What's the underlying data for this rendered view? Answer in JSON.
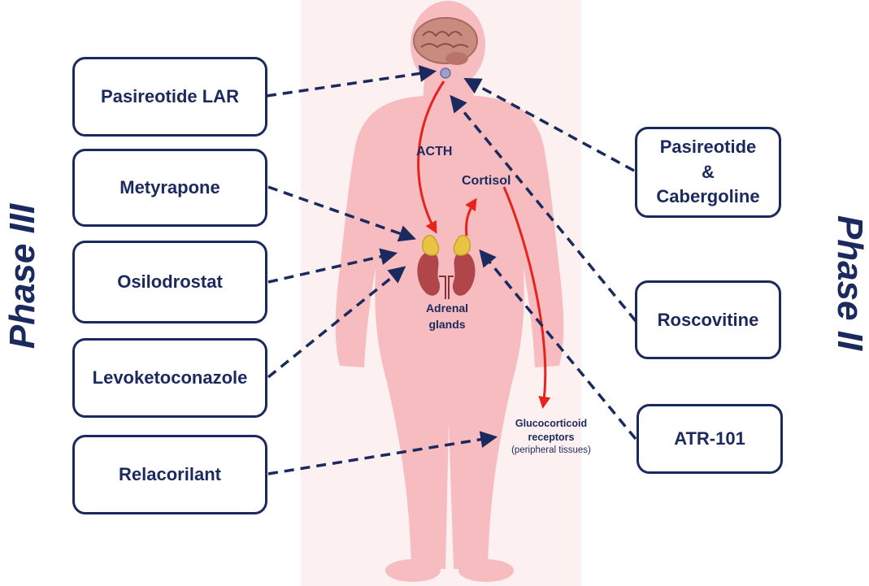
{
  "phases": {
    "left": "Phase III",
    "right": "Phase II"
  },
  "drugs": {
    "pasireotide_lar": "Pasireotide LAR",
    "metyrapone": "Metyrapone",
    "osilodrostat": "Osilodrostat",
    "levoketoconazole": "Levoketoconazole",
    "relacorilant": "Relacorilant",
    "pasireotide_cabergoline": [
      "Pasireotide",
      "&",
      "Cabergoline"
    ],
    "roscovitine": "Roscovitine",
    "atr_101": "ATR-101"
  },
  "body_labels": {
    "acth": "ACTH",
    "cortisol": "Cortisol",
    "adrenal_glands": [
      "Adrenal",
      "glands"
    ],
    "glucocorticoid_receptors": [
      "Glucocorticoid",
      "receptors",
      "(peripheral tissues)"
    ]
  },
  "colors": {
    "navy": "#1b2a5e",
    "body_pink": "#f6bcc0",
    "hormone_arrow_red": "#e8231f",
    "kidney": "#b0454a",
    "adrenal_yellow": "#e8c445",
    "brain": "#c98b7e"
  },
  "icons": [
    "brain-icon",
    "pituitary-icon",
    "kidney-icon",
    "adrenal-gland-icon"
  ]
}
